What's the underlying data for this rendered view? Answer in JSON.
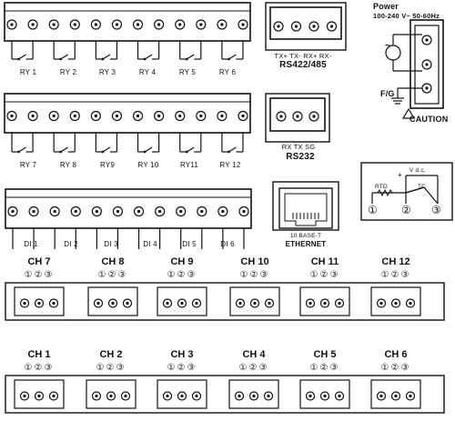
{
  "relay_top": {
    "labels": [
      "RY 1",
      "RY 2",
      "RY 3",
      "RY 4",
      "RY 5",
      "RY 6"
    ]
  },
  "relay_mid": {
    "labels": [
      "RY 7",
      "RY 8",
      "RY9",
      "RY 10",
      "RY11",
      "RY 12"
    ]
  },
  "digital_inputs": {
    "labels": [
      "DI 1",
      "DI 2",
      "DI 3",
      "DI 4",
      "DI 5",
      "DI 6"
    ]
  },
  "rs485": {
    "pins": "TX+  TX-  RX+  RX-",
    "title": "RS422/485"
  },
  "rs232": {
    "pins": "RX  TX  SG",
    "title": "RS232"
  },
  "ethernet": {
    "spec": "10 BASE-T",
    "title": "ETHERNET"
  },
  "power": {
    "title": "Power",
    "spec": "100-240 V~  50-60Hz",
    "ground": "F/G",
    "caution": "CAUTION",
    "ac_symbol": "~"
  },
  "sensor_wiring": {
    "rtd": "RTD",
    "tc": "TC",
    "vdc": "V d.c.",
    "plus": "+",
    "minus": "-",
    "pins": [
      "①",
      "②",
      "③"
    ]
  },
  "pin_numbers": "①②③",
  "channels_upper": [
    "CH 7",
    "CH 8",
    "CH 9",
    "CH 10",
    "CH 11",
    "CH 12"
  ],
  "channels_lower": [
    "CH 1",
    "CH 2",
    "CH 3",
    "CH 4",
    "CH 5",
    "CH 6"
  ]
}
